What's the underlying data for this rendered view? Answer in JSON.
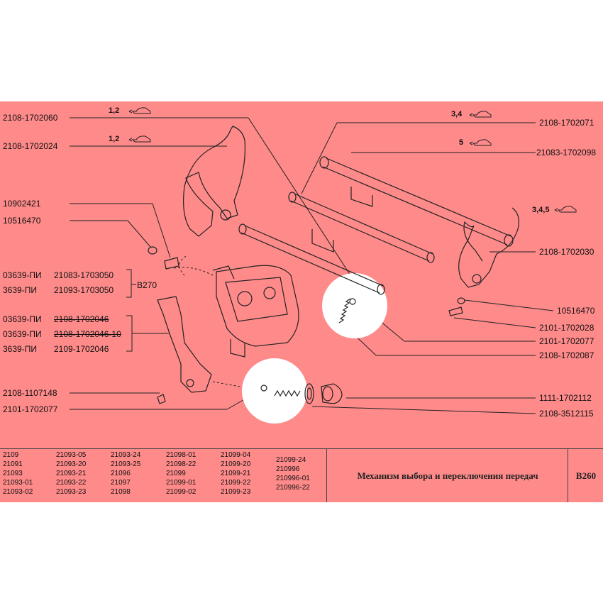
{
  "labels_left": [
    {
      "id": "l1",
      "text": "2108-1702060"
    },
    {
      "id": "l2",
      "text": "2108-1702024"
    },
    {
      "id": "l3",
      "text": "10902421"
    },
    {
      "id": "l4",
      "text": "10516470"
    },
    {
      "id": "l5a",
      "text": "03639-ПИ"
    },
    {
      "id": "l5b",
      "text": "21083-1703050"
    },
    {
      "id": "l6a",
      "text": "3639-ПИ"
    },
    {
      "id": "l6b",
      "text": "21093-1703050"
    },
    {
      "id": "l7a",
      "text": "03639-ПИ"
    },
    {
      "id": "l7b",
      "text": "2108-1702046"
    },
    {
      "id": "l8a",
      "text": "03639-ПИ"
    },
    {
      "id": "l8b",
      "text": "2108-1702046-10"
    },
    {
      "id": "l9a",
      "text": "3639-ПИ"
    },
    {
      "id": "l9b",
      "text": "2109-1702046"
    },
    {
      "id": "l10",
      "text": "2108-1107148"
    },
    {
      "id": "l11",
      "text": "2101-1702077"
    }
  ],
  "labels_right": [
    {
      "id": "r1",
      "text": "2108-1702071"
    },
    {
      "id": "r2",
      "text": "21083-1702098"
    },
    {
      "id": "r3",
      "text": "2108-1702030"
    },
    {
      "id": "r4",
      "text": "10516470"
    },
    {
      "id": "r5",
      "text": "2101-1702028"
    },
    {
      "id": "r6",
      "text": "2101-1702077"
    },
    {
      "id": "r7",
      "text": "2108-1702087"
    },
    {
      "id": "r8",
      "text": "1111-1702112"
    },
    {
      "id": "r9",
      "text": "2108-3512115"
    }
  ],
  "gear_labels": [
    "1,2",
    "1,2",
    "3,4",
    "5",
    "3,4,5"
  ],
  "ref_label": "B270",
  "models": [
    [
      "2109",
      "21091",
      "21093",
      "21093-01",
      "21093-02"
    ],
    [
      "21093-05",
      "21093-20",
      "21093-21",
      "21093-22",
      "21093-23"
    ],
    [
      "21093-24",
      "21093-25",
      "21096",
      "21097",
      "21098"
    ],
    [
      "21098-01",
      "21098-22",
      "21099",
      "21099-01",
      "21099-02"
    ],
    [
      "21099-04",
      "21099-20",
      "21099-21",
      "21099-22",
      "21099-23"
    ],
    [
      "21099-24",
      "210996",
      "210996-01",
      "210996-22"
    ]
  ],
  "title": "Механизм выбора и переключения передач",
  "code": "B260",
  "colors": {
    "sheet": "#ff8a8a",
    "ink": "#222222",
    "highlight": "#ffffff"
  }
}
